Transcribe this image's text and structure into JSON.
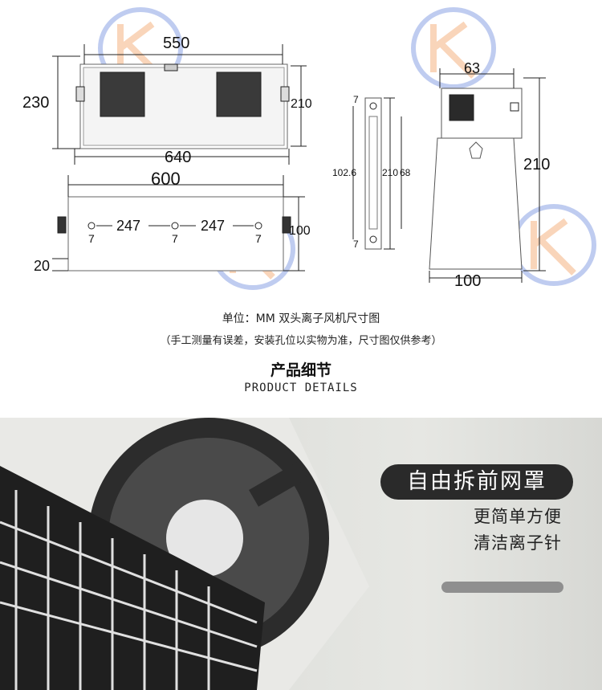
{
  "drawing": {
    "front_width": "550",
    "front_height": "230",
    "front_inner_height": "210",
    "overall_width": "640",
    "base_width": "600",
    "spacing_1": "247",
    "spacing_2": "247",
    "hole_1": "7",
    "hole_2": "7",
    "hole_3": "7",
    "base_height": "100",
    "base_offset": "20",
    "bracket_hole_top": "7",
    "bracket_hole_bottom": "7",
    "bracket_span": "102.6",
    "bracket_total": "210",
    "bracket_slot": "68",
    "side_top": "63",
    "side_height": "210",
    "side_base": "100"
  },
  "captions": {
    "unit_title": "单位：MM    双头离子风机尺寸图",
    "note": "（手工测量有误差，安装孔位以实物为准，尺寸图仅供参考）",
    "section_title": "产品细节",
    "section_subtitle": "PRODUCT DETAILS"
  },
  "feature": {
    "headline": "自由拆前网罩",
    "line1": "更简单方便",
    "line2": "清洁离子针"
  },
  "colors": {
    "pill_bg": "#2a2a2a",
    "watermark_blue": "#4a6fd6",
    "watermark_orange": "#f08a3c"
  }
}
